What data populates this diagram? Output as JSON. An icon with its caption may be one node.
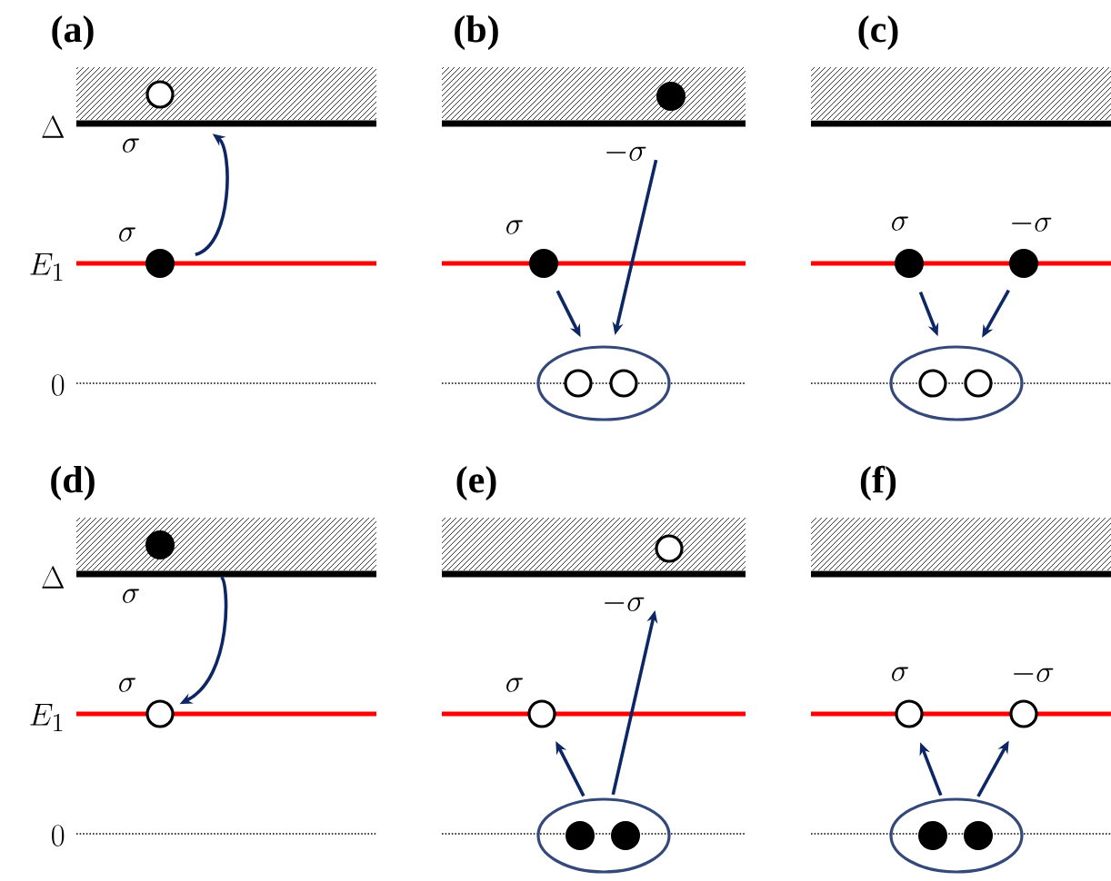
{
  "diagram": {
    "nodes": [
      {
        "text": [],
        "shape": "circle",
        "beside": [
          "\\sigma"
        ]
      },
      {
        "text": [],
        "shape": "dot",
        "beside": [
          "\\sigma"
        ]
      },
      {
        "text": [],
        "shape": "dot",
        "beside": [
          "-\\sigma"
        ]
      },
      {
        "text": [],
        "shape": "dot",
        "beside": [
          "\\sigma"
        ]
      },
      {
        "text": [],
        "shape": "ellipse"
      },
      {
        "text": [],
        "shape": "circle",
        "in": 4
      },
      {
        "text": [],
        "shape": "circle",
        "in": 4
      },
      {
        "text": [],
        "shape": "dot",
        "beside": [
          "\\sigma"
        ]
      },
      {
        "text": [],
        "shape": "dot",
        "beside": [
          "-\\sigma"
        ]
      },
      {
        "text": [],
        "shape": "ellipse"
      },
      {
        "text": [],
        "shape": "circle",
        "in": 9
      },
      {
        "text": [],
        "shape": "circle",
        "in": 9
      },
      {
        "text": [],
        "shape": "dot",
        "beside": [
          "\\sigma"
        ]
      },
      {
        "text": [],
        "shape": "circle",
        "beside": [
          "\\sigma"
        ]
      },
      {
        "text": [],
        "shape": "circle",
        "beside": [
          "-\\sigma"
        ]
      },
      {
        "text": [],
        "shape": "circle",
        "beside": [
          "\\sigma"
        ]
      },
      {
        "text": [],
        "shape": "ellipse"
      },
      {
        "text": [],
        "shape": "dot",
        "in": 16
      },
      {
        "text": [],
        "shape": "dot",
        "in": 16
      },
      {
        "text": [],
        "shape": "circle",
        "beside": [
          "\\sigma"
        ]
      },
      {
        "text": [],
        "shape": "circle",
        "beside": [
          "-\\sigma"
        ]
      },
      {
        "text": [],
        "shape": "ellipse"
      },
      {
        "text": [],
        "shape": "dot",
        "in": 21
      },
      {
        "text": [],
        "shape": "dot",
        "in": 21
      }
    ],
    "edges": [
      {
        "from": 1,
        "to": 0,
        "arrow": "to"
      },
      {
        "from": 3,
        "to": 4,
        "arrow": "to"
      },
      {
        "from": 2,
        "to": 4,
        "arrow": "to"
      },
      {
        "from": 7,
        "to": 9,
        "arrow": "to"
      },
      {
        "from": 8,
        "to": 9,
        "arrow": "to"
      },
      {
        "from": 12,
        "to": 13,
        "arrow": "to"
      },
      {
        "from": 16,
        "to": 15,
        "arrow": "to"
      },
      {
        "from": 16,
        "to": 14,
        "arrow": "to"
      },
      {
        "from": 21,
        "to": 19,
        "arrow": "to"
      },
      {
        "from": 21,
        "to": 20,
        "arrow": "to"
      }
    ],
    "labels": [
      "(a)",
      "(b)",
      "(c)",
      "\\Delta",
      "E_1",
      "0",
      "(d)",
      "(e)",
      "(f)",
      "\\Delta",
      "E_1",
      "0"
    ]
  }
}
